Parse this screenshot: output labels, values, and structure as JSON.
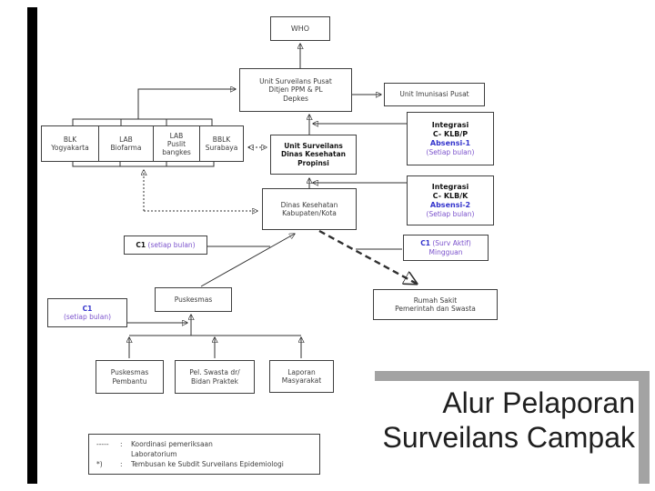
{
  "title": {
    "line1": "Alur Pelaporan",
    "line2": "Surveilans Campak"
  },
  "colors": {
    "accent_blue": "#3333cc",
    "accent_purple": "#7b52cc",
    "frame_gray": "#a3a3a3",
    "sidebar_black": "#000000"
  },
  "nodes": {
    "who": {
      "label": "WHO"
    },
    "pusat": {
      "line1": "Unit Surveilans Pusat",
      "line2": "Ditjen PPM & PL",
      "line3": "Depkes"
    },
    "imunisasi": {
      "label": "Unit Imunisasi Pusat"
    },
    "lab1": {
      "line1": "BLK",
      "line2": "Yogyakarta"
    },
    "lab2": {
      "line1": "LAB",
      "line2": "Biofarma"
    },
    "lab3": {
      "line1": "LAB",
      "line2": "Puslit",
      "line3": "bangkes"
    },
    "lab4": {
      "line1": "BBLK",
      "line2": "Surabaya"
    },
    "propinsi": {
      "line1": "Unit Surveilans",
      "line2": "Dinas Kesehatan",
      "line3": "Propinsi"
    },
    "kabupaten": {
      "line1": "Dinas Kesehatan",
      "line2": "Kabupaten/Kota"
    },
    "integrasi1": {
      "line1": "Integrasi",
      "line2": "C- KLB/P",
      "line3": "Absensi-1",
      "line4": "(Setiap bulan)"
    },
    "integrasi2": {
      "line1": "Integrasi",
      "line2": "C- KLB/K",
      "line3": "Absensi-2",
      "line4": "(Setiap bulan)"
    },
    "c1_mid": {
      "bold": "C1",
      "rest": "(setiap bulan)"
    },
    "c1_surv": {
      "bold": "C1",
      "rest": "(Surv Aktif)",
      "line2": "Mingguan"
    },
    "c1_low": {
      "bold": "C1",
      "line2": "(setiap bulan)"
    },
    "puskesmas": {
      "label": "Puskesmas"
    },
    "rumah_sakit": {
      "line1": "Rumah Sakit",
      "line2": "Pemerintah dan Swasta"
    },
    "pembantu": {
      "line1": "Puskesmas",
      "line2": "Pembantu"
    },
    "swasta": {
      "line1": "Pel. Swasta dr/",
      "line2": "Bidan Praktek"
    },
    "laporan": {
      "line1": "Laporan",
      "line2": "Masyarakat"
    }
  },
  "legend": {
    "dash": "-----",
    "colon1": ":",
    "line1": "Koordinasi  pemeriksaan",
    "line2": "Laboratorium",
    "star": "*)",
    "colon2": ":",
    "line3": "Tembusan ke Subdit Surveilans Epidemiologi"
  }
}
